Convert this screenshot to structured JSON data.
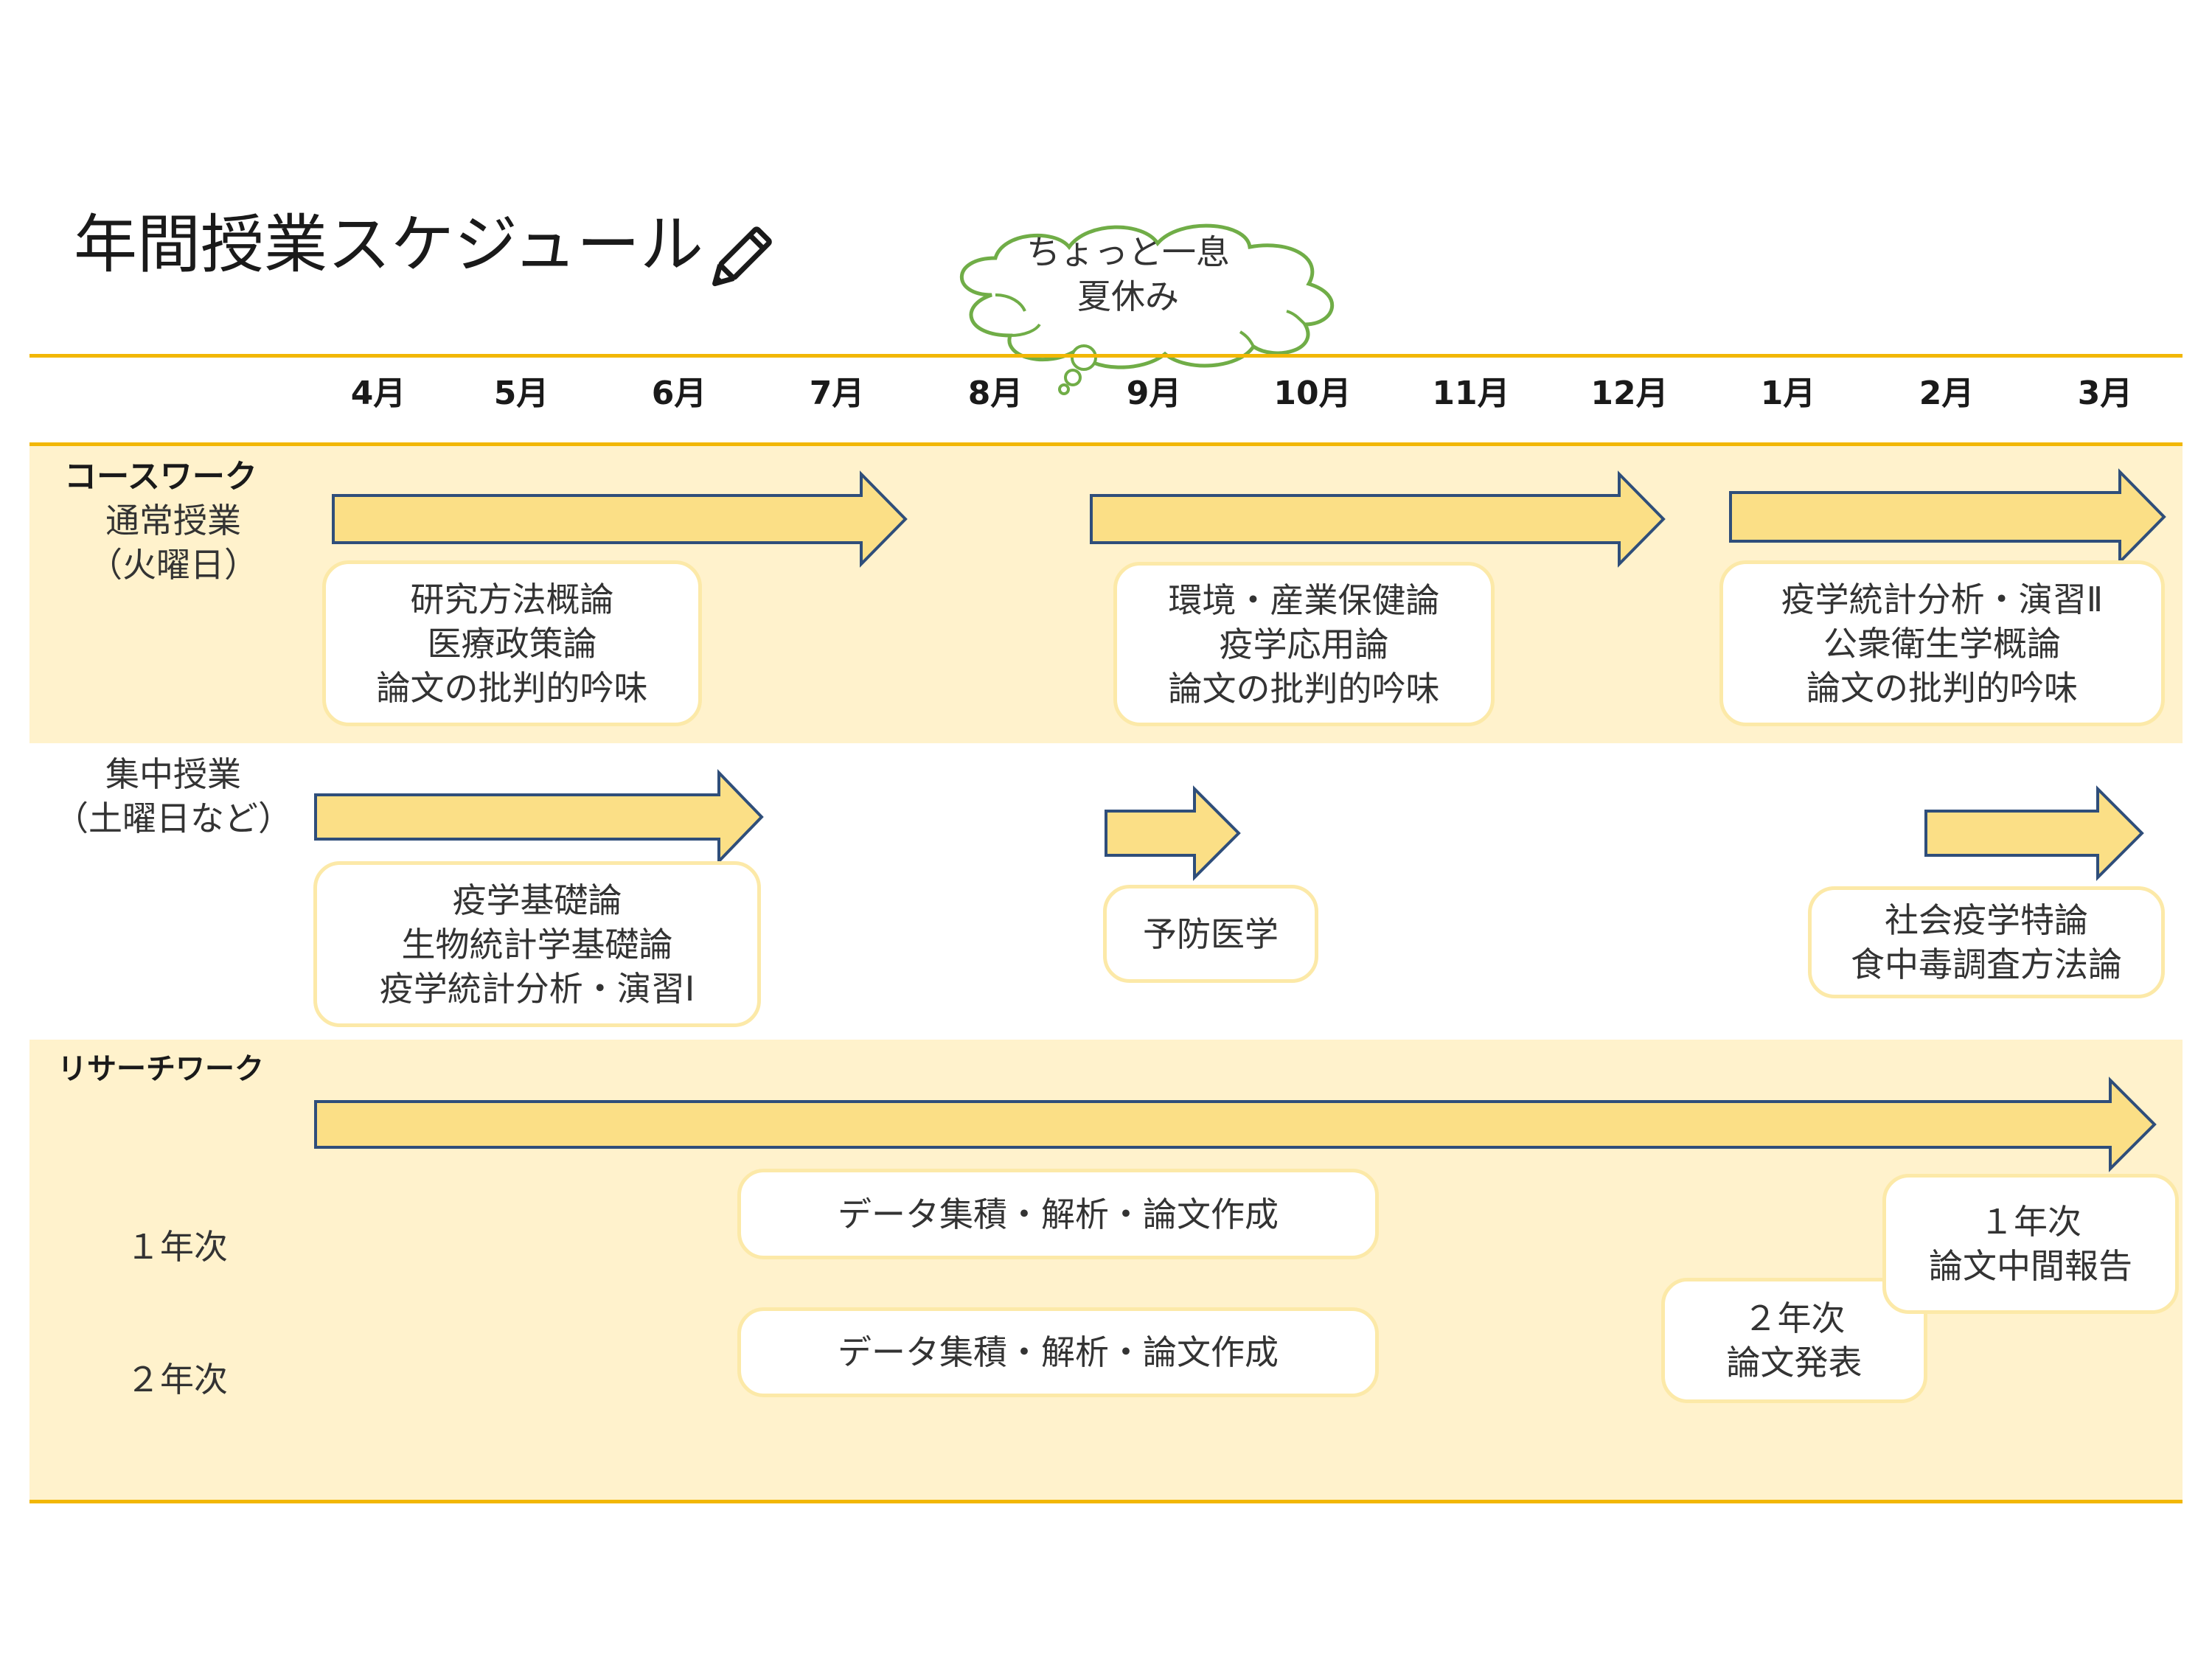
{
  "title": "年間授業スケジュール",
  "cloud": {
    "line1": "ちょっと一息",
    "line2": "夏休み"
  },
  "months": [
    "4月",
    "5月",
    "6月",
    "7月",
    "8月",
    "9月",
    "10月",
    "11月",
    "12月",
    "1月",
    "2月",
    "3月"
  ],
  "coursework": {
    "heading": "コースワーク",
    "regular": {
      "line1": "通常授業",
      "line2": "（火曜日）"
    },
    "regular_boxes": [
      [
        "研究方法概論",
        "医療政策論",
        "論文の批判的吟味"
      ],
      [
        "環境・産業保健論",
        "疫学応用論",
        "論文の批判的吟味"
      ],
      [
        "疫学統計分析・演習Ⅱ",
        "公衆衛生学概論",
        "論文の批判的吟味"
      ]
    ],
    "intensive": {
      "line1": "集中授業",
      "line2": "（土曜日など）"
    },
    "intensive_boxes": [
      [
        "疫学基礎論",
        "生物統計学基礎論",
        "疫学統計分析・演習Ⅰ"
      ],
      [
        "予防医学"
      ],
      [
        "社会疫学特論",
        "食中毒調査方法論"
      ]
    ]
  },
  "research": {
    "heading": "リサーチワーク",
    "year1": "１年次",
    "year2": "２年次",
    "data_box_1": "データ集積・解析・論文作成",
    "data_box_2": "データ集積・解析・論文作成",
    "report_year1": {
      "line1": "１年次",
      "line2": "論文中間報告"
    },
    "report_year2": {
      "line1": "２年次",
      "line2": "論文発表"
    }
  },
  "colors": {
    "accent_line": "#F2B705",
    "band": "#FFF2CC",
    "arrow_fill": "#FBDF86",
    "arrow_stroke": "#2F4E7A",
    "box_border": "#FCE9A8",
    "cloud_stroke": "#70AD47"
  },
  "icons": [
    "pencil-icon",
    "thought-cloud-icon",
    "arrow-right-icon"
  ]
}
